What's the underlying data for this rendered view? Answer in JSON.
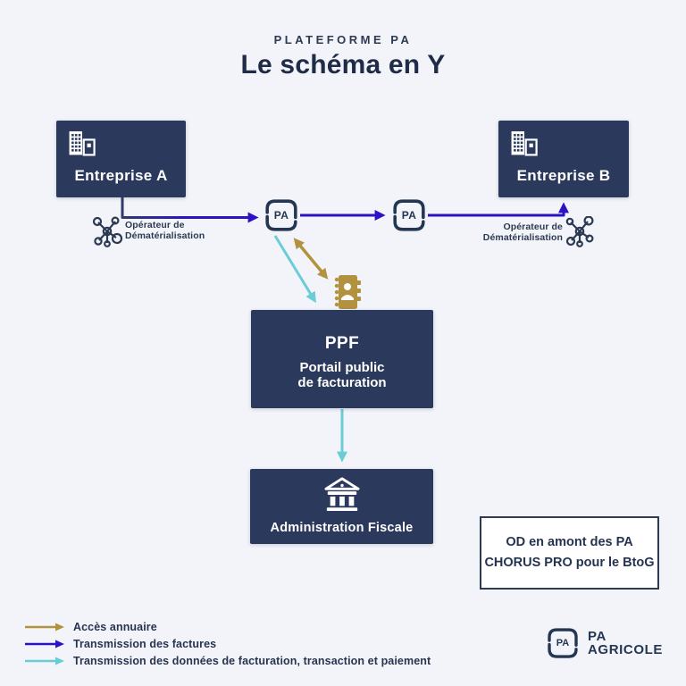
{
  "header": {
    "kicker": "PLATEFORME PA",
    "title": "Le schéma en Y"
  },
  "diagram": {
    "entreprise_a": {
      "label": "Entreprise A",
      "icon": "building-icon"
    },
    "entreprise_b": {
      "label": "Entreprise B",
      "icon": "building-icon"
    },
    "pa_left": {
      "label": "PA"
    },
    "pa_right": {
      "label": "PA"
    },
    "od_left": {
      "line1": "Opérateur de",
      "line2": "Dématérialisation",
      "icon": "network-icon"
    },
    "od_right": {
      "line1": "Opérateur de",
      "line2": "Dématérialisation",
      "icon": "network-icon"
    },
    "annuaire": {
      "icon": "directory-book-icon"
    },
    "ppf": {
      "title": "PPF",
      "line1": "Portail public",
      "line2": "de facturation"
    },
    "admin": {
      "label": "Administration Fiscale",
      "icon": "bank-icon"
    },
    "note": {
      "line1": "OD en amont des PA",
      "line2": "CHORUS PRO pour le BtoG"
    }
  },
  "legend": {
    "items": [
      {
        "label": "Accès annuaire",
        "color": "#b2923f"
      },
      {
        "label": "Transmission des factures",
        "color": "#2b13c4"
      },
      {
        "label": "Transmission des données de facturation, transaction et paiement",
        "color": "#6accd6"
      }
    ]
  },
  "logo": {
    "badge": "PA",
    "line1": "PA",
    "line2": "AGRICOLE"
  },
  "colors": {
    "background": "#f2f4f9",
    "box_navy": "#2b3a5c",
    "text_navy": "#253350",
    "arrow_annuaire": "#b2923f",
    "arrow_factures": "#2b13c4",
    "arrow_donnees": "#6accd6",
    "white": "#ffffff"
  }
}
